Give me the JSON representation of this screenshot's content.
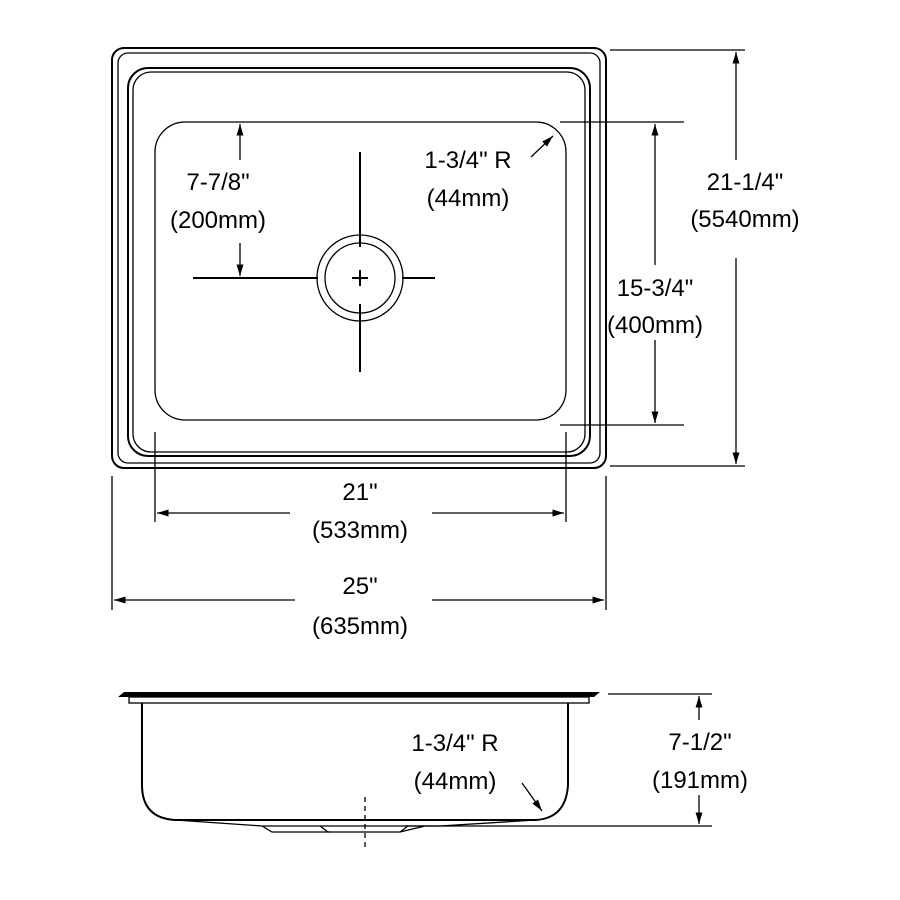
{
  "top_view": {
    "drain_offset": {
      "imperial": "7-7/8\"",
      "metric": "(200mm)"
    },
    "corner_radius": {
      "imperial": "1-3/4\" R",
      "metric": "(44mm)"
    },
    "bowl_front_to_back": {
      "imperial": "15-3/4\"",
      "metric": "(400mm)"
    },
    "overall_front_to_back": {
      "imperial": "21-1/4\"",
      "metric": "(5540mm)"
    },
    "bowl_left_to_right": {
      "imperial": "21\"",
      "metric": "(533mm)"
    },
    "overall_left_to_right": {
      "imperial": "25\"",
      "metric": "(635mm)"
    }
  },
  "side_view": {
    "corner_radius": {
      "imperial": "1-3/4\" R",
      "metric": "(44mm)"
    },
    "depth": {
      "imperial": "7-1/2\"",
      "metric": "(191mm)"
    }
  }
}
